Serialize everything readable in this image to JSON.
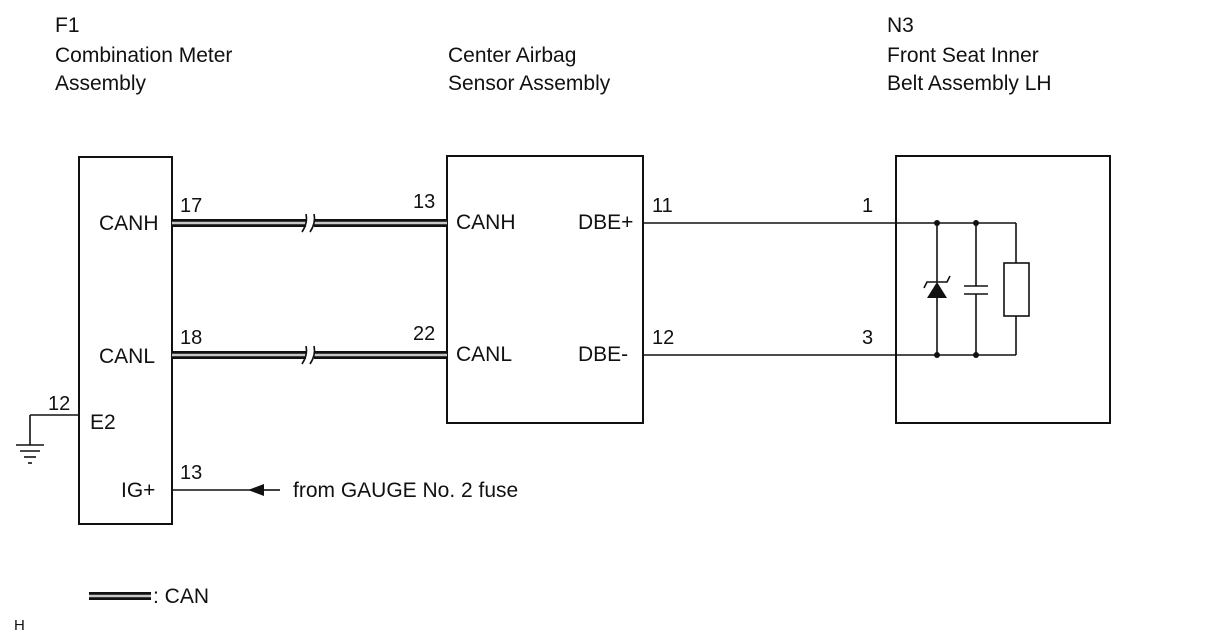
{
  "components": {
    "f1": {
      "code": "F1",
      "name_line1": "Combination Meter",
      "name_line2": "Assembly",
      "pins": {
        "canh": "CANH",
        "canl": "CANL",
        "e2": "E2",
        "ig": "IG+"
      }
    },
    "airbag": {
      "name_line1": "Center Airbag",
      "name_line2": "Sensor  Assembly",
      "pins": {
        "canh": "CANH",
        "canl": "CANL",
        "dbe_plus": "DBE+",
        "dbe_minus": "DBE-"
      }
    },
    "n3": {
      "code": "N3",
      "name_line1": "Front Seat Inner",
      "name_line2": "Belt Assembly LH"
    }
  },
  "pin_numbers": {
    "f1_canh": "17",
    "f1_canl": "18",
    "f1_e2": "12",
    "f1_ig": "13",
    "airbag_canh": "13",
    "airbag_canl": "22",
    "airbag_dbe_plus": "11",
    "airbag_dbe_minus": "12",
    "n3_a": "1",
    "n3_b": "3"
  },
  "fuse_note": "from GAUGE No. 2 fuse",
  "legend": {
    "label": ": CAN"
  },
  "corner_mark": "H"
}
